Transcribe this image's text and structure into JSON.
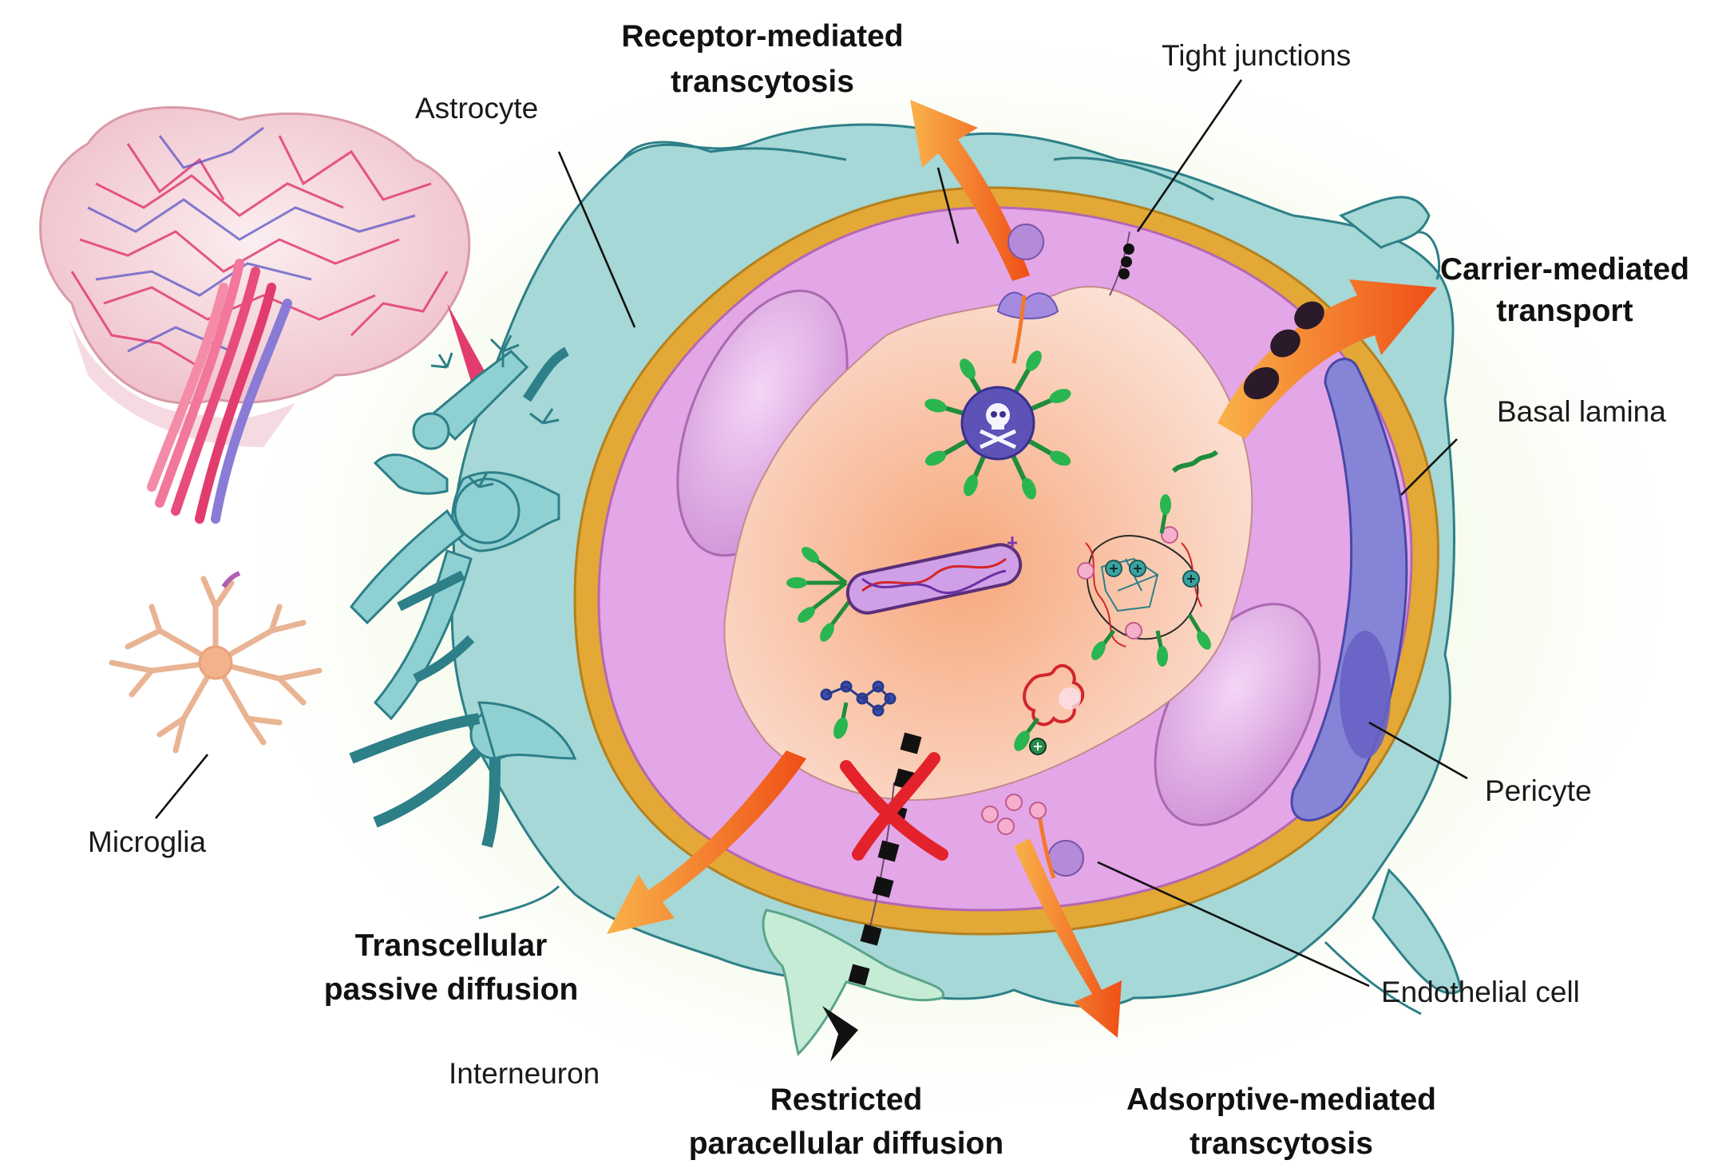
{
  "labels": {
    "astrocyte": "Astrocyte",
    "microglia": "Microglia",
    "tight_junctions": "Tight junctions",
    "basal_lamina": "Basal lamina",
    "pericyte": "Pericyte",
    "endothelial_cell": "Endothelial cell",
    "interneuron": "Interneuron"
  },
  "pathways": {
    "receptor_mediated": [
      "Receptor-mediated",
      "transcytosis"
    ],
    "carrier_mediated": [
      "Carrier-mediated",
      "transport"
    ],
    "transcellular": [
      "Transcellular",
      "passive diffusion"
    ],
    "paracellular": [
      "Restricted",
      "paracellular diffusion"
    ],
    "adsorptive": [
      "Adsorptive-mediated",
      "transcytosis"
    ]
  },
  "colors": {
    "astrocyte_teal": "#a9dcdc",
    "endothelium_pink": "#e6a8e6",
    "lumen_peach": "#f6b896",
    "basal_lamina_gold": "#e0a733",
    "pericyte_purple": "#7a78cf",
    "arrow_orange": "#f26a1b",
    "block_red": "#e3222b"
  },
  "icons": [
    "brain-icon",
    "skull-crossbones-icon",
    "plus-charge-icon",
    "minus-charge-icon"
  ]
}
